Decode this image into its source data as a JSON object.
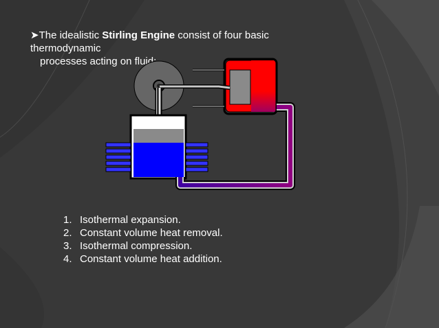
{
  "intro": {
    "line1_prefix": "The idealistic ",
    "line1_bold": "Stirling Engine",
    "line1_suffix": " consist of four basic",
    "line2": "thermodynamic",
    "line3": "processes acting on fluid:",
    "bullet_icon": "arrow-bullet-icon"
  },
  "steps": [
    {
      "number": "1.",
      "text": "Isothermal expansion."
    },
    {
      "number": "2.",
      "text": "Constant volume heat removal."
    },
    {
      "number": "3.",
      "text": "Isothermal compression."
    },
    {
      "number": "4.",
      "text": "Constant volume heat addition."
    }
  ],
  "colors": {
    "background": "#3a3a3a",
    "hot_cylinder": "#ff0000",
    "cold_cylinder": "#0000ff",
    "regenerator": "#800080",
    "flywheel": "#666666",
    "cooling_fins": "#3333ff"
  }
}
